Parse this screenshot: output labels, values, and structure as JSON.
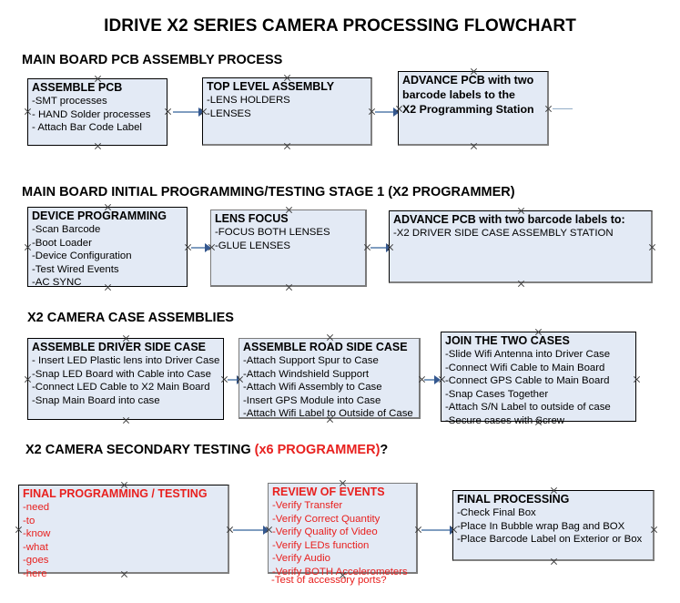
{
  "title": "IDRIVE X2  SERIES CAMERA PROCESSING FLOWCHART",
  "colors": {
    "box_fill": "#e3eaf5",
    "box_border": "#000000",
    "shadow": "#808080",
    "red_accent": "#e8201e",
    "arrow_line": "#7f9dc0",
    "arrow_head": "#35588f",
    "text": "#000000"
  },
  "sections": [
    {
      "id": "main-board-pcb-assembly-process",
      "heading": "MAIN BOARD PCB ASSEMBLY PROCESS",
      "heading_suffix_red": "",
      "heading_suffix_black": "",
      "boxes": [
        {
          "id": "assemble-pcb",
          "title": "ASSEMBLE PCB",
          "lines": [
            "-SMT processes",
            "- HAND Solder processes",
            "- Attach Bar Code Label"
          ]
        },
        {
          "id": "top-level-assembly",
          "title": "TOP LEVEL ASSEMBLY",
          "lines": [
            "-LENS HOLDERS",
            "-LENSES"
          ]
        },
        {
          "id": "advance-pcb-programming-station",
          "title": "ADVANCE PCB with two",
          "lines": [
            "barcode labels to the",
            " X2 Programming Station"
          ]
        }
      ]
    },
    {
      "id": "main-board-initial-programming-testing-stage-1",
      "heading": "MAIN BOARD INITIAL PROGRAMMING/TESTING STAGE 1 (X2 PROGRAMMER)",
      "boxes": [
        {
          "id": "device-programming",
          "title": "DEVICE PROGRAMMING",
          "lines": [
            "-Scan Barcode",
            "-Boot Loader",
            "-Device Configuration",
            "-Test Wired Events",
            "-AC SYNC"
          ]
        },
        {
          "id": "lens-focus",
          "title": "LENS FOCUS",
          "lines": [
            "-FOCUS BOTH LENSES",
            "-GLUE LENSES"
          ]
        },
        {
          "id": "advance-pcb-driver-side-case",
          "title": "ADVANCE PCB with two barcode labels to:",
          "lines": [
            "-X2 DRIVER  SIDE  CASE  ASSEMBLY STATION"
          ]
        }
      ]
    },
    {
      "id": "x2-camera-case-assemblies",
      "heading": "X2 CAMERA CASE ASSEMBLIES",
      "boxes": [
        {
          "id": "assemble-driver-side-case",
          "title": "ASSEMBLE DRIVER SIDE CASE",
          "lines": [
            "- Insert LED Plastic lens into Driver Case",
            "-Snap LED Board with Cable into Case",
            "-Connect LED Cable to X2 Main Board",
            "-Snap Main Board into case"
          ]
        },
        {
          "id": "assemble-road-side-case",
          "title": "ASSEMBLE ROAD SIDE CASE",
          "lines": [
            "-Attach Support Spur to Case",
            "-Attach Windshield Support",
            "-Attach Wifi Assembly to Case",
            "-Insert GPS Module into Case",
            "-Attach Wifi Label to Outside of Case"
          ]
        },
        {
          "id": "join-the-two-cases",
          "title": "JOIN THE TWO CASES",
          "lines": [
            "-Slide Wifi Antenna into Driver Case",
            "-Connect Wifi Cable to Main Board",
            "-Connect GPS Cable to Main Board",
            "-Snap Cases Together",
            "-Attach S/N Label to outside of case",
            "-Secure cases with Screw"
          ]
        }
      ]
    },
    {
      "id": "x2-camera-secondary-testing",
      "heading": "X2 CAMERA SECONDARY TESTING ",
      "heading_suffix_red": "(x6 PROGRAMMER)",
      "heading_suffix_black": "?",
      "boxes": [
        {
          "id": "final-programming-testing",
          "title": "FINAL PROGRAMMING / TESTING",
          "lines": [
            "-need",
            "-to",
            "-know",
            "-what",
            "-goes",
            "-here"
          ]
        },
        {
          "id": "review-of-events",
          "title": "REVIEW OF EVENTS",
          "lines": [
            "-Verify Transfer",
            "-Verify Correct Quantity",
            "-Verify Quality of Video",
            "-Verify LEDs function",
            "-Verify Audio",
            "-Verify BOTH Accelerometers"
          ],
          "overflow_line": "-Test of accessory ports?"
        },
        {
          "id": "final-processing",
          "title": "FINAL PROCESSING",
          "lines": [
            " -Check Final Box",
            "-Place In Bubble wrap Bag and BOX",
            "-Place Barcode Label on Exterior or Box"
          ]
        }
      ]
    }
  ]
}
